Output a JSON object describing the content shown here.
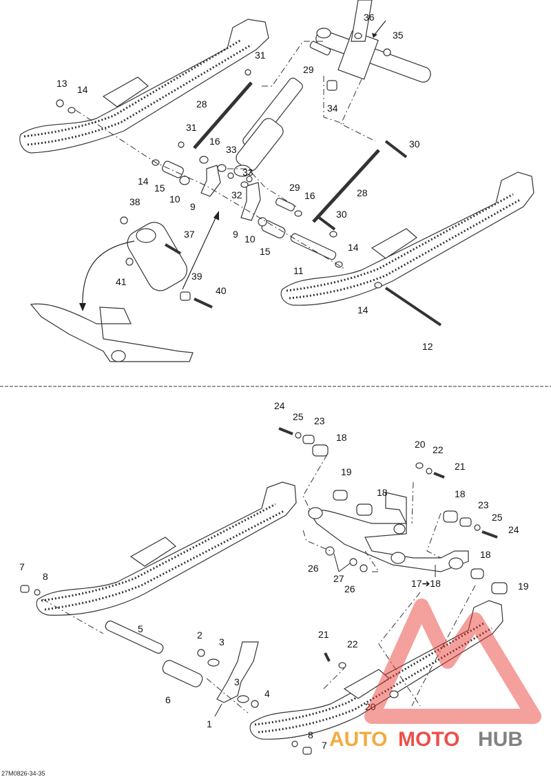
{
  "diagram_code": "27M0826-34-35",
  "watermark": {
    "prefix": "AUTO",
    "middle": "MOTO",
    "suffix": "HUB",
    "color_red": "#e8332b",
    "color_orange": "#f39c1f",
    "color_gray": "#6d6d6d"
  },
  "callouts": {
    "c1": "1",
    "c2": "2",
    "c3": "3",
    "c3b": "3",
    "c4": "4",
    "c5": "5",
    "c6": "6",
    "c7": "7",
    "c7b": "7",
    "c8": "8",
    "c8b": "8",
    "c9": "9",
    "c9b": "9",
    "c10": "10",
    "c10b": "10",
    "c11": "11",
    "c12": "12",
    "c13": "13",
    "c14a": "14",
    "c14b": "14",
    "c14c": "14",
    "c14d": "14",
    "c15": "15",
    "c15b": "15",
    "c16": "16",
    "c16b": "16",
    "c17": "17➔18",
    "c18a": "18",
    "c18b": "18",
    "c18c": "18",
    "c18d": "18",
    "c19": "19",
    "c19b": "19",
    "c20": "20",
    "c20b": "20",
    "c21": "21",
    "c21b": "21",
    "c22": "22",
    "c22b": "22",
    "c23": "23",
    "c23b": "23",
    "c24": "24",
    "c24b": "24",
    "c25": "25",
    "c25b": "25",
    "c26": "26",
    "c26b": "26",
    "c27": "27",
    "c28": "28",
    "c28b": "28",
    "c29": "29",
    "c29b": "29",
    "c30": "30",
    "c30b": "30",
    "c31": "31",
    "c31b": "31",
    "c32": "32",
    "c33": "33",
    "c33b": "33",
    "c34": "34",
    "c35": "35",
    "c36": "36",
    "c37": "37",
    "c38": "38",
    "c39": "39",
    "c40": "40",
    "c41": "41"
  }
}
